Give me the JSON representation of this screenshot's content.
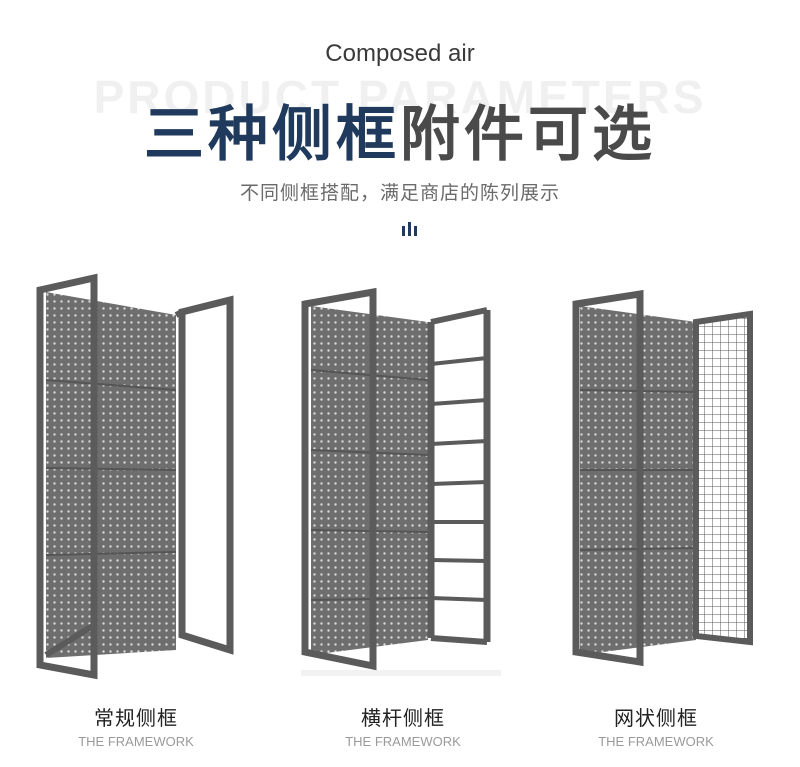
{
  "header": {
    "english_title": "Composed air",
    "watermark": "PRODUCT PARAMETERS",
    "headline_blue": "三种侧框",
    "headline_gray": "附件可选",
    "tagline": "不同侧框搭配，满足商店的陈列展示"
  },
  "colors": {
    "accent_blue": "#1f3a5c",
    "frame_gray": "#5b5b5b",
    "panel_gray": "#6e6e6e"
  },
  "products": [
    {
      "caption_cn": "常规侧框",
      "caption_en": "THE FRAMEWORK",
      "side_type": "open"
    },
    {
      "caption_cn": "横杆侧框",
      "caption_en": "THE FRAMEWORK",
      "side_type": "crossbar"
    },
    {
      "caption_cn": "网状侧框",
      "caption_en": "THE FRAMEWORK",
      "side_type": "mesh"
    }
  ]
}
